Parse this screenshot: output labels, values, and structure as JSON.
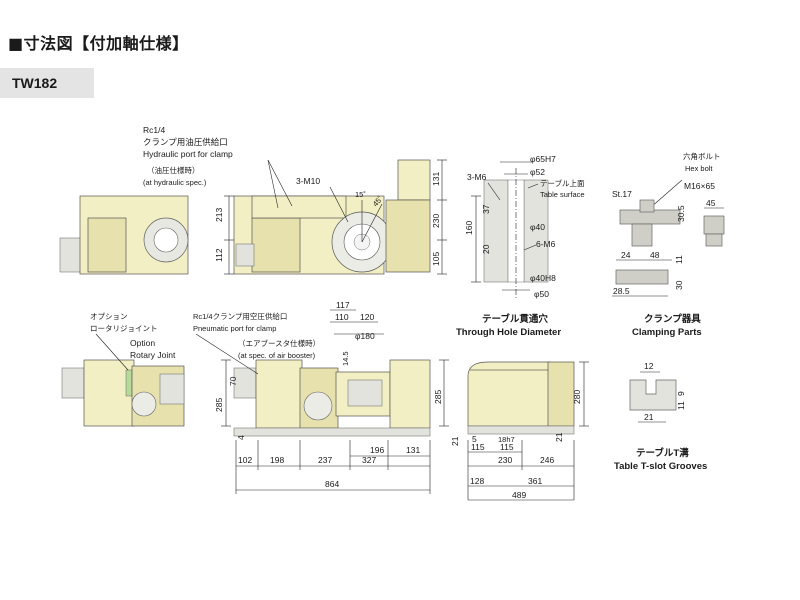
{
  "heading": "■寸法図【付加軸仕様】",
  "model": "TW182",
  "top_view": {
    "port_clamp": [
      "Rc1/4",
      "クランプ用油圧供給口",
      "Hydraulic port for clamp"
    ],
    "hydraulic_note": [
      "（油圧仕様時）",
      "(at hydraulic spec.)"
    ],
    "bolt_holes": "3-M10",
    "angle_15": "15˚",
    "angle_45": "45˚",
    "dims": [
      "213",
      "112",
      "131",
      "230",
      "105"
    ]
  },
  "hole_detail": {
    "d65": "φ65H7",
    "d52": "φ52",
    "m6_top": "3-M6",
    "table_surface": [
      "テーブル上面",
      "Table surface"
    ],
    "d40": "φ40",
    "m6_6": "6-M6",
    "d40h8": "φ40H8",
    "d50": "φ50",
    "dims": [
      "37",
      "160",
      "20"
    ],
    "title_jp": "テーブル貫通穴",
    "title_en": "Through Hole Diameter"
  },
  "clamp": {
    "hex_bolt": [
      "六角ボルト",
      "Hex bolt"
    ],
    "size": "M16×65",
    "st": "St.17",
    "dims": [
      "30.5",
      "45",
      "24",
      "48",
      "11",
      "30",
      "28.5"
    ],
    "title_jp": "クランプ器具",
    "title_en": "Clamping Parts"
  },
  "front_view": {
    "option_labels": [
      "オプション",
      "ロータリジョイント",
      "Option",
      "Rotary Joint"
    ],
    "pneumatic": [
      "Rc1/4クランプ用空圧供給口",
      "Pneumatic port for clamp"
    ],
    "air_note": [
      "（エアブースタ仕様時）",
      "(at spec. of air booster)"
    ],
    "top_dims": [
      "117",
      "110",
      "120",
      "φ180",
      "14.5"
    ],
    "dims_left": [
      "70",
      "285",
      "4"
    ],
    "bottom_dims": [
      "102",
      "198",
      "237",
      "327",
      "196",
      "131",
      "864"
    ],
    "right_dims": [
      "285",
      "21"
    ]
  },
  "side_view": {
    "dims": [
      "280",
      "5",
      "18h7",
      "115",
      "115",
      "230",
      "246",
      "128",
      "361",
      "489",
      "21"
    ]
  },
  "tslot": {
    "dims": [
      "12",
      "9",
      "11",
      "21"
    ],
    "title_jp": "テーブルT溝",
    "title_en": "Table T-slot Grooves"
  }
}
